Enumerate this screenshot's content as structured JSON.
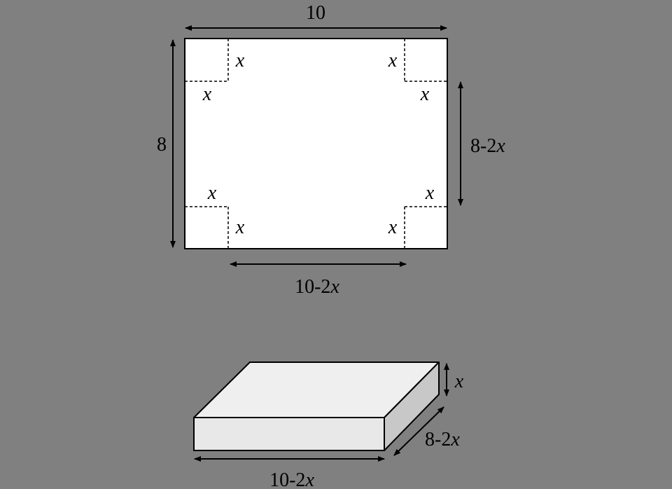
{
  "colors": {
    "background": "#808080",
    "paper": "#FFFFFF",
    "box_front": "#E8E8E8",
    "box_top": "#EFEFEF",
    "box_side": "#C8C8C8",
    "ink": "#000000"
  },
  "sheet": {
    "width_label": "10",
    "height_label": "8",
    "inner_height_num": "8-2",
    "inner_height_var": "x",
    "inner_width_num": "10-2",
    "inner_width_var": "x",
    "corner_var": "x"
  },
  "box": {
    "length_num": "10-2",
    "length_var": "x",
    "depth_num": "8-2",
    "depth_var": "x",
    "height_var": "x"
  }
}
